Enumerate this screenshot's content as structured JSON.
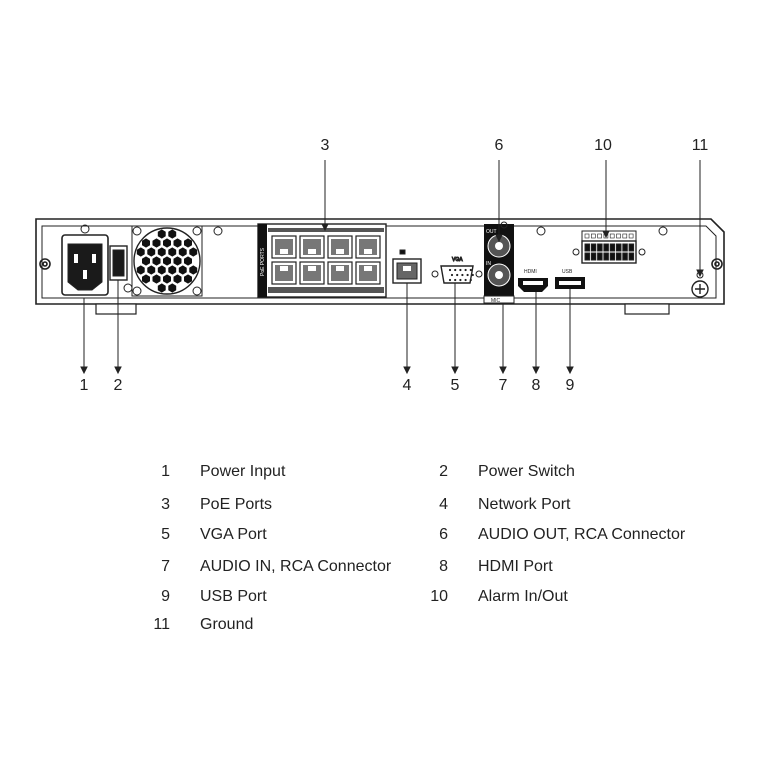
{
  "diagram": {
    "callout_numbers": [
      "1",
      "2",
      "3",
      "4",
      "5",
      "6",
      "7",
      "8",
      "9",
      "10",
      "11"
    ],
    "device_labels": {
      "poe_ports": "PoE PORTS",
      "vga": "VGA",
      "hdmi": "HDMI",
      "usb": "USB",
      "audio_out": "OUT",
      "audio_in": "IN",
      "mic": "MIC"
    }
  },
  "legend": [
    {
      "number": "1",
      "label": "Power Input"
    },
    {
      "number": "2",
      "label": "Power Switch"
    },
    {
      "number": "3",
      "label": "PoE Ports"
    },
    {
      "number": "4",
      "label": "Network Port"
    },
    {
      "number": "5",
      "label": "VGA Port"
    },
    {
      "number": "6",
      "label": "AUDIO OUT, RCA Connector"
    },
    {
      "number": "7",
      "label": "AUDIO IN, RCA Connector"
    },
    {
      "number": "8",
      "label": "HDMI Port"
    },
    {
      "number": "9",
      "label": "USB Port"
    },
    {
      "number": "10",
      "label": "Alarm In/Out"
    },
    {
      "number": "11",
      "label": "Ground"
    }
  ]
}
